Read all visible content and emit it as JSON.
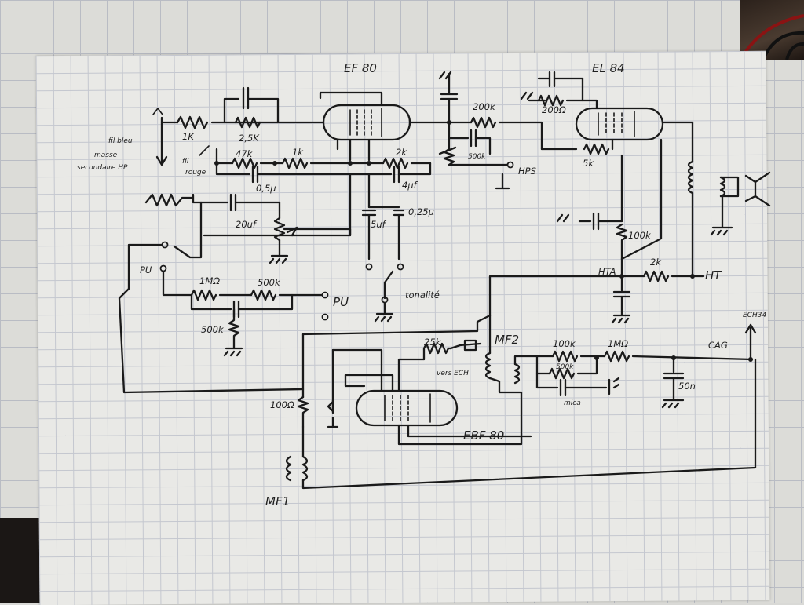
{
  "tubes": {
    "ef80": "EF 80",
    "el84": "EL 84",
    "ebf80": "EBF 80"
  },
  "components": {
    "r_1k_top": "1K",
    "r_2_5k": "2,5K",
    "r_47k": "47k",
    "r_1k_mid": "1k",
    "c_0_5u": "0,5µ",
    "r_2k_mid": "2k",
    "c_4uf": "4µf",
    "c_20uf": "20uf",
    "c_5uf": "5uf",
    "c_0_25u": "0,25µ",
    "r_200k": "200k",
    "r_500k_pot": "500k",
    "r_200_ohm": "200Ω",
    "r_5k": "5k",
    "r_100k_hta": "100k",
    "r_2k_ht": "2k",
    "r_1mohm_pu": "1MΩ",
    "r_500k_pu": "500k",
    "r_500k_gnd": "500k",
    "r_25k": "25k",
    "r_100k_hf2": "100k",
    "r_1mohm_cag": "1MΩ",
    "r_500k_hf2": "500k",
    "c_mica": "mica",
    "c_50n": "50n",
    "r_100ohm": "100Ω"
  },
  "notes": {
    "fil_bleu": "fil bleu",
    "masse_line1": "masse",
    "masse_line2": "secondaire HP",
    "fil_rouge_line1": "fil",
    "fil_rouge_line2": "rouge",
    "hps": "HPS",
    "tonalite": "tonalité",
    "vers_ech": "vers ECH"
  },
  "nodes": {
    "pu_left": "PU",
    "pu_right": "PU",
    "hf2": "MF2",
    "hta": "HTA",
    "ht": "HT",
    "cag": "CAG",
    "ech34": "ECH34",
    "mf1": "MF1"
  }
}
